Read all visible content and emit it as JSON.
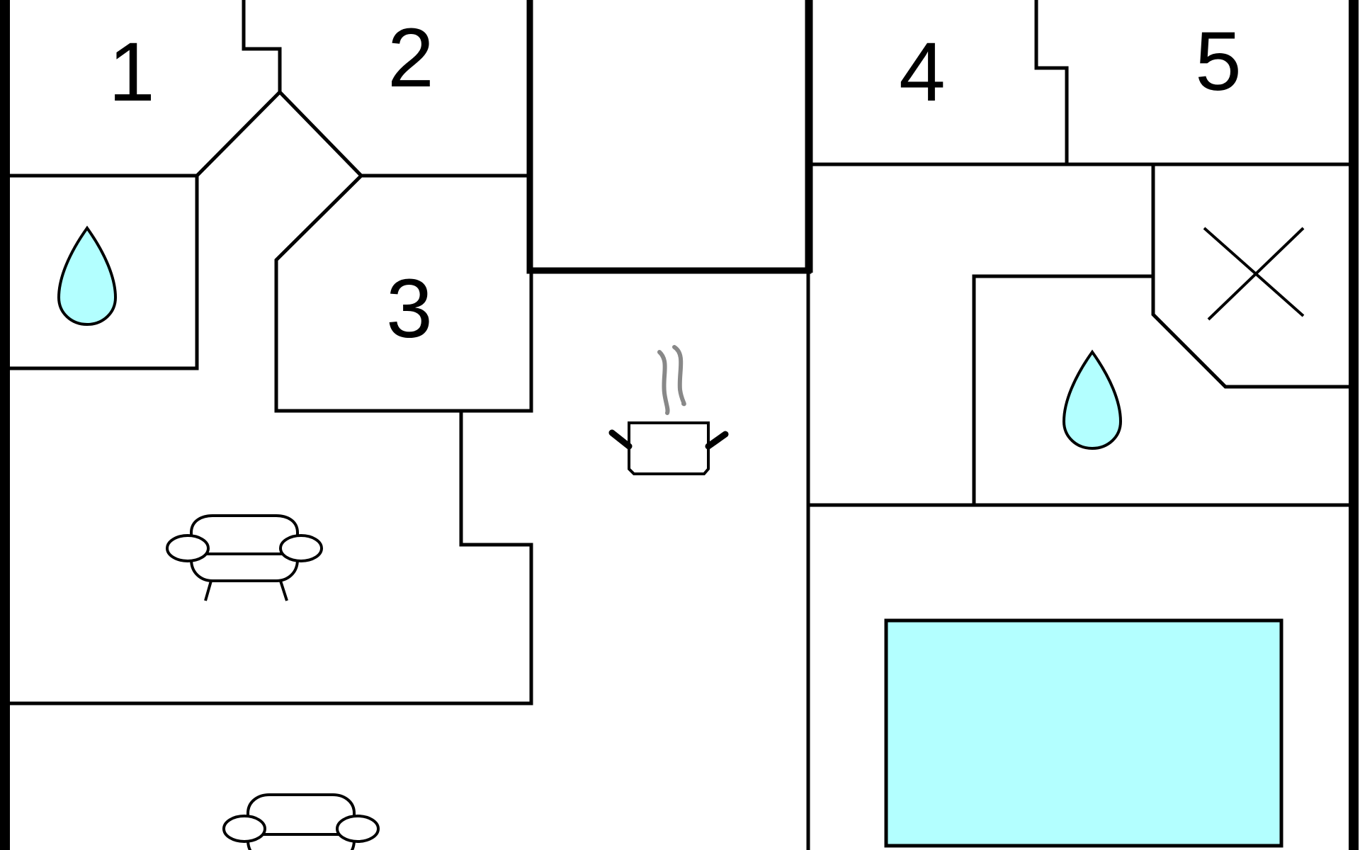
{
  "room_labels": {
    "room_1": "1",
    "room_2": "2",
    "room_3": "3",
    "room_4": "4",
    "room_5": "5"
  },
  "icons": {
    "bathroom_upper_left": "water-drop-icon",
    "bathroom_right": "water-drop-icon",
    "kitchen": "cooking-pot-icon",
    "living_room_upper": "sofa-icon",
    "living_room_lower": "sofa-icon",
    "storage": "cross-mark-icon",
    "pool": "swimming-pool"
  },
  "colors": {
    "walls": "#000000",
    "water": "#b3ffff",
    "steam": "#888888",
    "background": "#ffffff"
  }
}
